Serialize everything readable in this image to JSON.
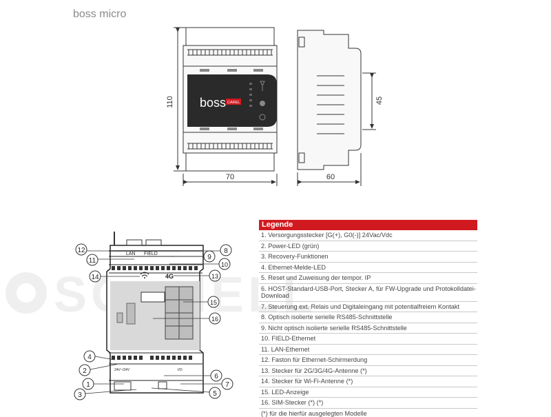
{
  "title": "boss micro",
  "dimensions": {
    "height": "110",
    "width_front": "70",
    "width_side": "60",
    "depth": "45"
  },
  "device": {
    "brand": "boss",
    "badge": "CAREL"
  },
  "panel_labels": {
    "lan": "LAN",
    "field": "FIELD",
    "g4": "4G",
    "power": "24V~/24V",
    "io": "I/O"
  },
  "callouts": [
    "1",
    "2",
    "3",
    "4",
    "5",
    "6",
    "7",
    "8",
    "9",
    "10",
    "11",
    "12",
    "13",
    "14",
    "15",
    "16"
  ],
  "watermark": "SCHNELL",
  "legend": {
    "title": "Legende",
    "items": [
      "1. Versorgungsstecker [G(+), G0(-)] 24Vac/Vdc",
      "2. Power-LED (grün)",
      "3. Recovery-Funktionen",
      "4. Ethernet-Melde-LED",
      "5. Reset und Zuweisung der tempor. IP",
      "6. HOST-Standard-USB-Port, Stecker A, für FW-Upgrade und Protokolldatei-Download",
      "7. Steuerung ext. Relais und Digitaleingang mit potentialfreiem Kontakt",
      "8. Optisch isolierte serielle RS485-Schnittstelle",
      "9. Nicht optisch isolierte serielle RS485-Schnittstelle",
      "10. FIELD-Ethernet",
      "11. LAN-Ethernet",
      "12. Faston für Ethernet-Schirmerdung",
      "13. Stecker für 2G/3G/4G-Antenne (*)",
      "14. Stecker für Wi-Fi-Antenne (*)",
      "15. LED-Anzeige",
      "16. SIM-Stecker (*) (*)"
    ],
    "note": "(*) für die hierfür ausgelegten Modelle"
  },
  "colors": {
    "accent": "#d11a1f",
    "device_face": "#2a2a2a",
    "watermark": "#efefef"
  }
}
